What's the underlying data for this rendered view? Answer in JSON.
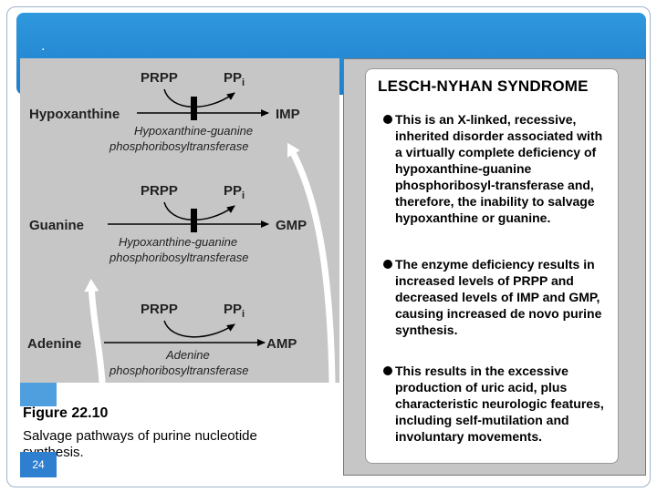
{
  "slide": {
    "dot": ".",
    "page_number": "24"
  },
  "figure": {
    "title": "Figure 22.10",
    "caption": "Salvage pathways of purine nucleotide synthesis.",
    "reactions": [
      {
        "substrate": "Hypoxanthine",
        "product": "IMP",
        "cosubstrate": "PRPP",
        "byproduct": "PPi",
        "byproduct_main": "PP",
        "byproduct_sub": "i",
        "enzyme_line1": "Hypoxanthine-guanine",
        "enzyme_line2": "phosphoribosyltransferase"
      },
      {
        "substrate": "Guanine",
        "product": "GMP",
        "cosubstrate": "PRPP",
        "byproduct": "PPi",
        "byproduct_main": "PP",
        "byproduct_sub": "i",
        "enzyme_line1": "Hypoxanthine-guanine",
        "enzyme_line2": "phosphoribosyltransferase"
      },
      {
        "substrate": "Adenine",
        "product": "AMP",
        "cosubstrate": "PRPP",
        "byproduct": "PPi",
        "byproduct_main": "PP",
        "byproduct_sub": "i",
        "enzyme_line1": "Adenine",
        "enzyme_line2": "phosphoribosyltransferase"
      }
    ]
  },
  "box": {
    "title": "LESCH-NYHAN SYNDROME",
    "bullets": [
      "This is an X-linked, recessive, inherited disorder associated with a virtually complete deficiency of hypoxanthine-guanine phosphoribosyl-transferase and, therefore, the inability to salvage hypoxanthine or guanine.",
      "The enzyme deficiency results in increased levels of PRPP and decreased levels of IMP and GMP, causing increased de novo purine synthesis.",
      "This results in the excessive production of uric acid, plus characteristic neurologic features, including self-mutilation and involuntary movements."
    ]
  }
}
